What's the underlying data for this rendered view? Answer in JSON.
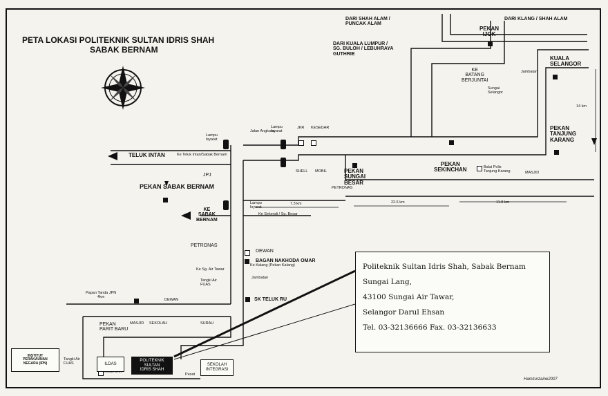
{
  "title": {
    "line1": "PETA LOKASI POLITEKNIK SULTAN IDRIS SHAH",
    "line2": "SABAK BERNAM"
  },
  "places": {
    "teluk_intan": "TELUK INTAN",
    "pekan_sabak_bernam": "PEKAN SABAK BERNAM",
    "ke_sabak_bernam": "KE\nSABAK\nBERNAM",
    "pekan_sungai_besar": "PEKAN\nSUNGAI\nBESAR",
    "pekan_sekinchan": "PEKAN\nSEKINCHAN",
    "pekan_tanjung_karang": "PEKAN\nTANJUNG\nKARANG",
    "kuala_selangor": "KUALA\nSELANGOR",
    "pekan_ijok": "PEKAN\nIJOK",
    "ke_batang_berjuntai": "KE\nBATANG\nBERJUNTAI",
    "dari_shah_alam": "DARI SHAH ALAM /\nPUNCAK ALAM",
    "dari_kuala_lumpur": "DARI KUALA LUMPUR /\nSG. BULOH / LEBUHRAYA\nGUTHRIE",
    "dari_klang": "DARI KLANG / SHAH ALAM"
  },
  "labels": {
    "jalan_angkasa": "Jalan Angkasa",
    "lampu_isyarat": "Lampu\nIsyarat",
    "jkr": "JKR",
    "kesedar": "KESEDAR",
    "ke_teluk_intan": "Ke Teluk Intan/Sabak Bernam",
    "jpj": "JPJ",
    "shell": "SHELL",
    "mobil": "MOBIL",
    "petronas": "PETRONAS",
    "dewan": "DEWAN",
    "bagan_nakhoda_omar": "BAGAN NAKHODA OMAR",
    "jambatan": "Jambatan",
    "sk_teluk_ru": "SK TELUK RU",
    "ke_sg_air_tawar": "Ke Sg. Air Tawar",
    "ke_kalang": "Ke Kalang (Pekan Kalang)",
    "ke_sekendi": "Ke Sekendi / Sg. Besar",
    "tangki_air_fuas": "Tangki Air\nFUAS",
    "papan_tanda": "Papan Tanda JPN\n4km",
    "pekan_parit_baru": "PEKAN\nPARIT BARU",
    "masjid": "MASJID",
    "sekolah": "SEKOLAH",
    "surau": "SURAU",
    "balai_polis": "Balai Polis\nTanjung Karang",
    "sungai_selangor": "Sungai\nSelangor",
    "pusat": "Pusat",
    "dewan_jkk": "Dewan JKK"
  },
  "distances": {
    "d1": "7.3 km",
    "d2": "22.6 km",
    "d3": "11.8 km",
    "d4": "14 km"
  },
  "buildings": {
    "institut": "INSTITUT\nPERAKAUNAN\nNEGARA (IPN)",
    "ildas": "ILDAS",
    "politeknik": "POLITEKNIK\nSULTAN\nIDRIS SHAH",
    "sekolah_integrasi": "SEKOLAH\nINTEGRASI"
  },
  "info_box": {
    "line1": "Politeknik Sultan Idris Shah, Sabak Bernam",
    "line2": "Sungai Lang,",
    "line3": "43100 Sungai Air Tawar,",
    "line4": "Selangor Darul Ehsan",
    "line5": "Tel. 03-32136666   Fax. 03-32136633"
  },
  "signature": "Hamzurzaine2007"
}
